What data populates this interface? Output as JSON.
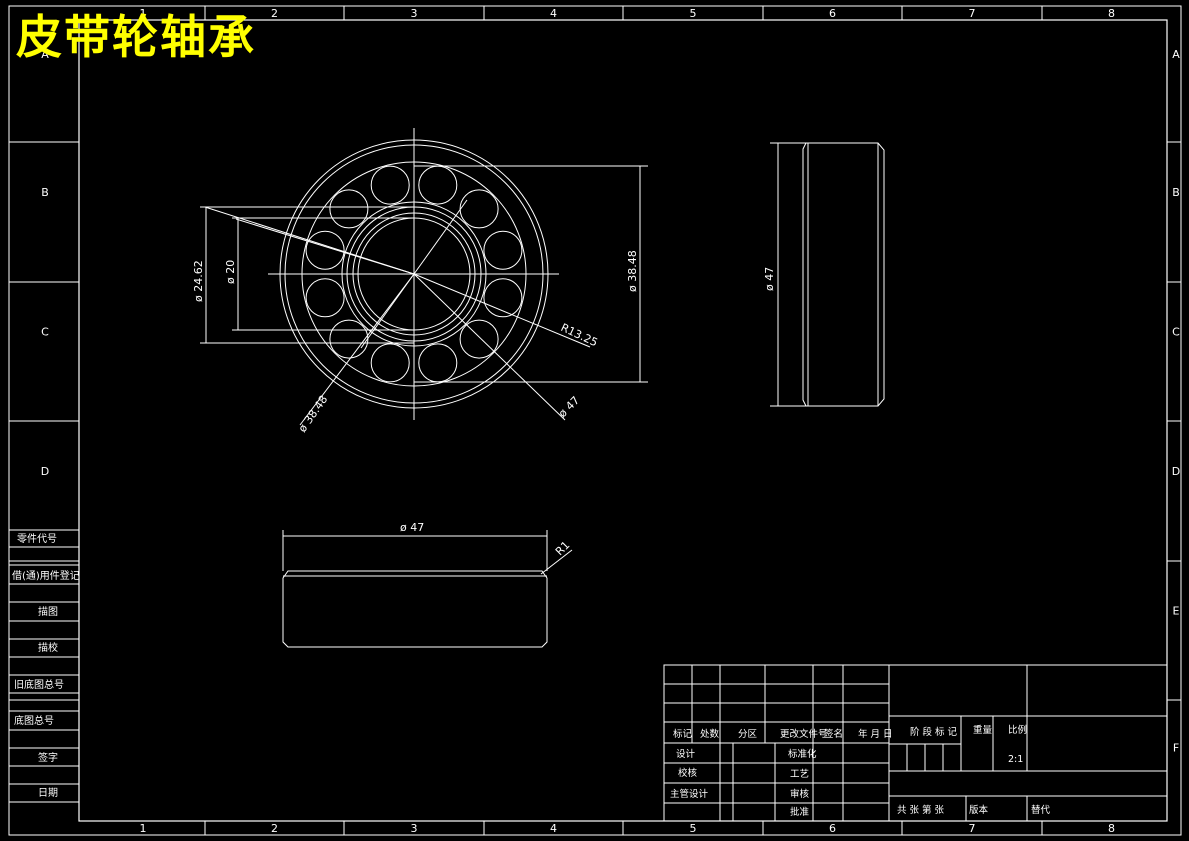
{
  "title": "皮带轮轴承",
  "border": {
    "columns": [
      "1",
      "2",
      "3",
      "4",
      "5",
      "6",
      "7",
      "8"
    ],
    "rows": [
      "A",
      "B",
      "C",
      "D",
      "E",
      "F"
    ]
  },
  "left_strip": [
    "零件代号",
    "借(通)用件登记",
    "描图",
    "描校",
    "旧底图总号",
    "底图总号",
    "签字",
    "日期"
  ],
  "dimensions": {
    "d_inner": "ø 20",
    "d_inner_race": "ø 24.62",
    "d_pitch_right": "ø 38.48",
    "d_pitch_leader": "ø 38.48",
    "radius_balls": "R13.25",
    "d_outer_leader": "ø 47",
    "d_side": "ø 47",
    "d_bottom": "ø 47",
    "fillet": "R1"
  },
  "title_block": {
    "row1": [
      "标记",
      "处数",
      "分区",
      "更改文件号",
      "签名",
      "年 月 日"
    ],
    "sign_rows": [
      "设计",
      "校核",
      "主管设计"
    ],
    "std_col": [
      "标准化",
      "工艺",
      "审核",
      "批准"
    ],
    "stage_label": "阶 段 标 记",
    "weight_label": "重量",
    "scale_label": "比例",
    "scale_value": "2:1",
    "sheet_row": "共   张   第   张",
    "version_label": "版本",
    "replace_label": "替代"
  }
}
